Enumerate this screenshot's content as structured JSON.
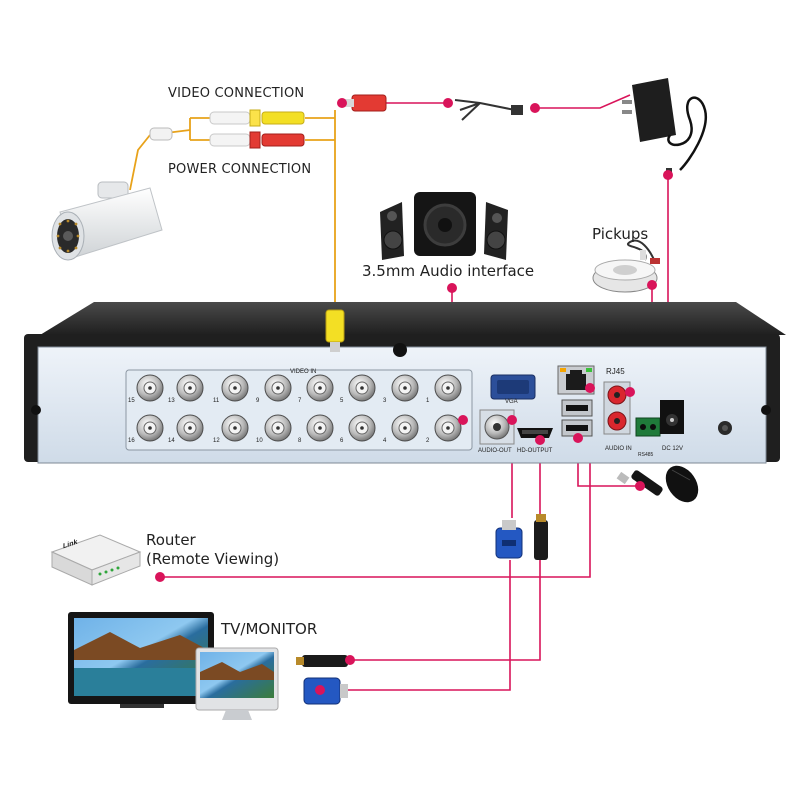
{
  "labels": {
    "video_connection": "VIDEO CONNECTION",
    "power_connection": "POWER CONNECTION",
    "audio_interface": "3.5mm Audio interface",
    "pickups": "Pickups",
    "router_line1": "Router",
    "router_line2": "(Remote Viewing)",
    "tv_monitor": "TV/MONITOR"
  },
  "panel": {
    "video_in": "VIDEO IN",
    "vga": "VGA",
    "rj45": "RJ45",
    "audio_out": "AUDIO-OUT",
    "hd_output": "HD-OUTPUT",
    "audio_in": "AUDIO IN",
    "rs485": "RS485",
    "dc12v": "DC 12V",
    "bnc_top_numbers": [
      "15",
      "13",
      "11",
      "9",
      "7",
      "5",
      "3",
      "1"
    ],
    "bnc_bottom_numbers": [
      "16",
      "14",
      "12",
      "10",
      "8",
      "6",
      "4",
      "2"
    ]
  },
  "router_brand": "Link",
  "colors": {
    "connector_line": "#d9145a",
    "connector_dot": "#d9145a",
    "video_cable": "#e8a21a",
    "dvr_body": "#2f2f2f",
    "dvr_panel": "#dfe8f2"
  },
  "icons": [
    "security-camera-icon",
    "power-adapter-icon",
    "speakers-icon",
    "microphone-icon",
    "router-icon",
    "monitor-icon",
    "usb-mouse-icon",
    "vga-plug-icon",
    "hdmi-plug-icon"
  ]
}
